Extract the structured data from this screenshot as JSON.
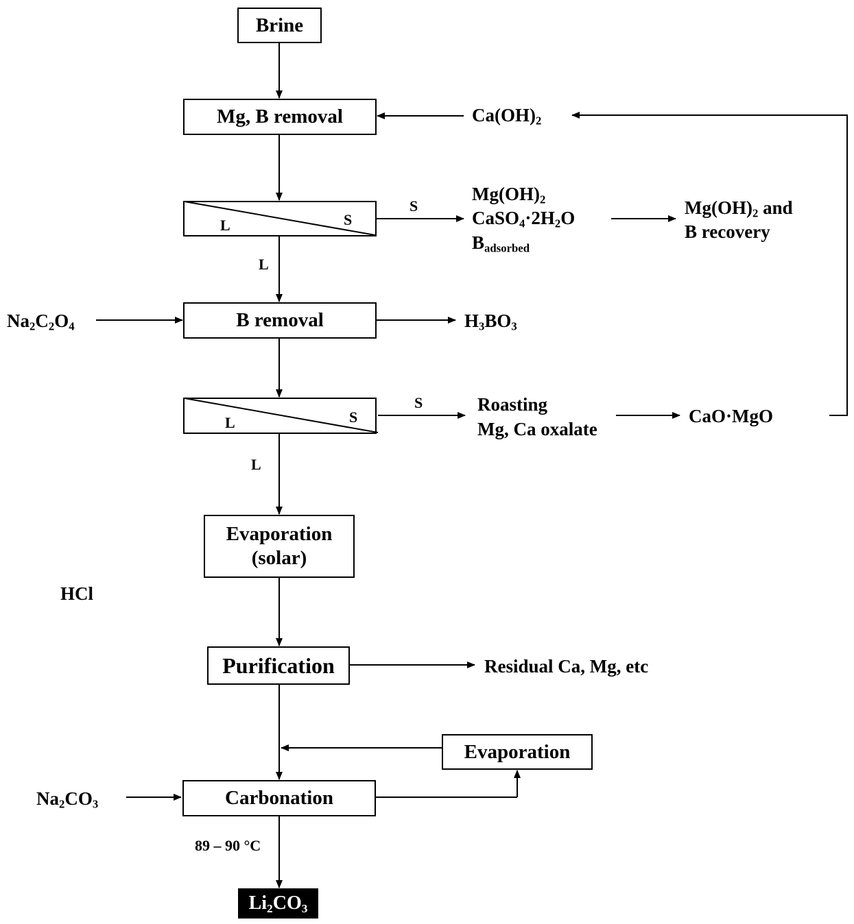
{
  "boxes": {
    "brine": "Brine",
    "mg_b_removal": "Mg, B removal",
    "b_removal": "B removal",
    "evaporation_solar": "Evaporation (solar)",
    "purification": "Purification",
    "evaporation": "Evaporation",
    "carbonation": "Carbonation",
    "product": "Li2CO3"
  },
  "separators": {
    "sep1": {
      "liquid": "L",
      "solid": "S"
    },
    "sep2": {
      "liquid": "L",
      "solid": "S"
    }
  },
  "streams": {
    "l_1": "L",
    "s_1": "S",
    "l_2": "L",
    "s_2": "S"
  },
  "reagents": {
    "caoh2": "Ca(OH)2",
    "na2c2o4": "Na2C2O4",
    "hcl": "HCl",
    "na2co3": "Na2CO3"
  },
  "products": {
    "sep1_solids_1": "Mg(OH)2",
    "sep1_solids_2": "CaSO4·2H2O",
    "sep1_solids_3": "Badsorbed",
    "mg_b_recovery_1": "Mg(OH)2 and",
    "mg_b_recovery_2": "B recovery",
    "h3bo3": "H3BO3",
    "roasting_1": "Roasting",
    "roasting_2": "Mg, Ca oxalate",
    "cao_mgo": "CaO·MgO",
    "residual": "Residual Ca, Mg, etc"
  },
  "conditions": {
    "carbonation_temp": "89 – 90 °C"
  }
}
